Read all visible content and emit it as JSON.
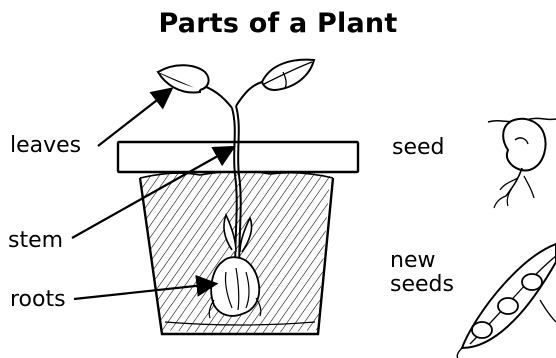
{
  "title": "Parts of a Plant",
  "labels": {
    "leaves": "leaves",
    "stem": "stem",
    "roots": "roots",
    "seed": "seed",
    "new_seeds_line1": "new",
    "new_seeds_line2": "seeds"
  },
  "colors": {
    "ink": "#000000",
    "background": "#ffffff"
  }
}
